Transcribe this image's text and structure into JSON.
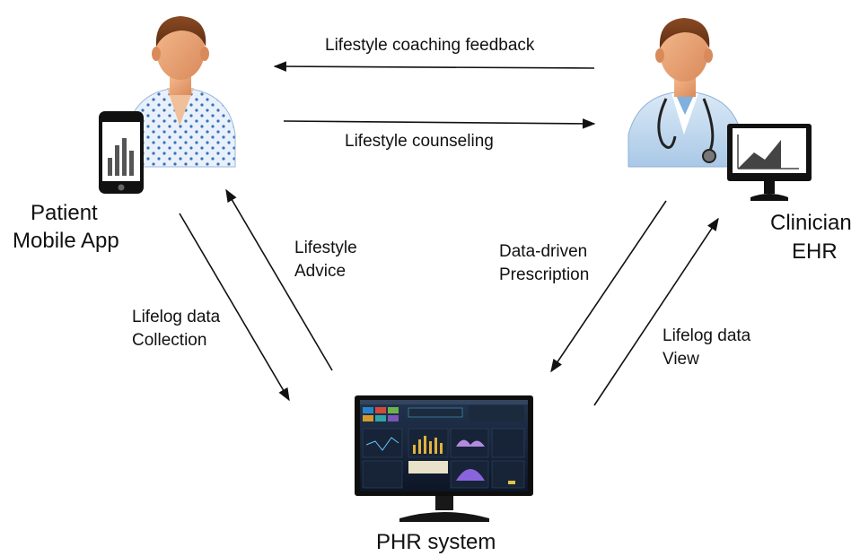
{
  "nodes": {
    "patient": {
      "line1": "Patient",
      "line2": "Mobile App"
    },
    "clinician": {
      "line1": "Clinician",
      "line2": "EHR"
    },
    "phr": {
      "label": "PHR system"
    }
  },
  "edges": {
    "coaching_feedback": "Lifestyle coaching feedback",
    "counseling": "Lifestyle counseling",
    "advice": {
      "line1": "Lifestyle",
      "line2": "Advice"
    },
    "collection": {
      "line1": "Lifelog data",
      "line2": "Collection"
    },
    "prescription": {
      "line1": "Data-driven",
      "line2": "Prescription"
    },
    "view": {
      "line1": "Lifelog data",
      "line2": "View"
    }
  },
  "icons": {
    "patient": "patient-avatar-icon",
    "clinician": "doctor-avatar-icon",
    "phone": "smartphone-chart-icon",
    "ehr_monitor": "monitor-chart-icon",
    "phr_monitor": "dashboard-monitor-icon"
  }
}
